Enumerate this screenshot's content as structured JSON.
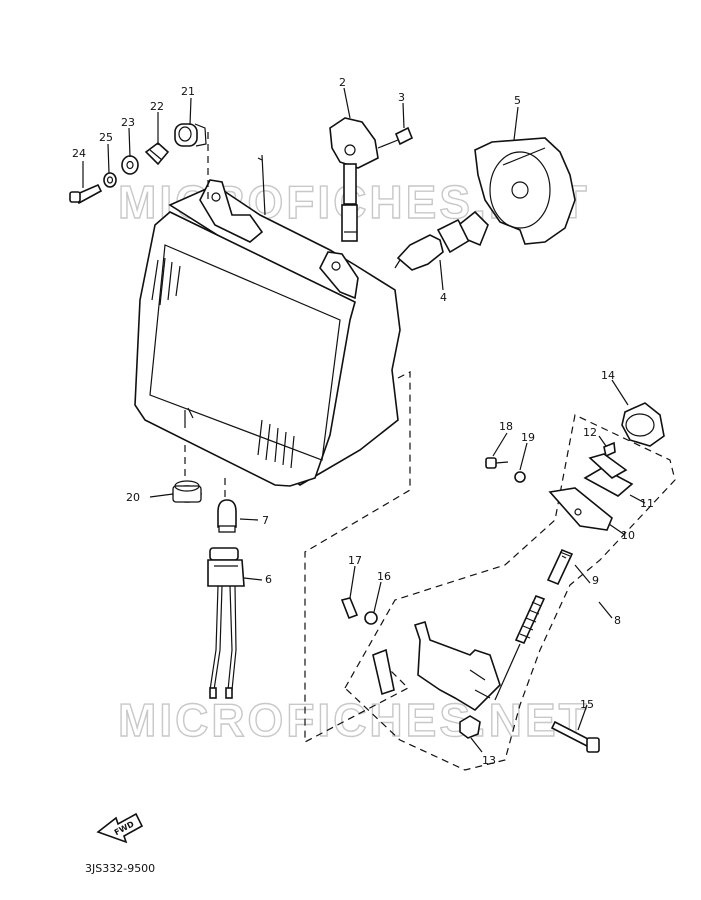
{
  "watermark": "MICROFICHES.NET",
  "diagram_code": "3JS332-9500",
  "direction_label": "FWD",
  "callouts": {
    "c1": "2",
    "c2": "3",
    "c3": "5",
    "c4": "4",
    "c5": "21",
    "c6": "22",
    "c7": "23",
    "c8": "25",
    "c9": "24",
    "c10": "14",
    "c11": "18",
    "c12": "19",
    "c13": "12",
    "c14": "11",
    "c15": "10",
    "c16": "9",
    "c17": "8",
    "c18": "20",
    "c19": "7",
    "c20": "6",
    "c21": "17",
    "c22": "16",
    "c23": "15",
    "c24": "13"
  }
}
